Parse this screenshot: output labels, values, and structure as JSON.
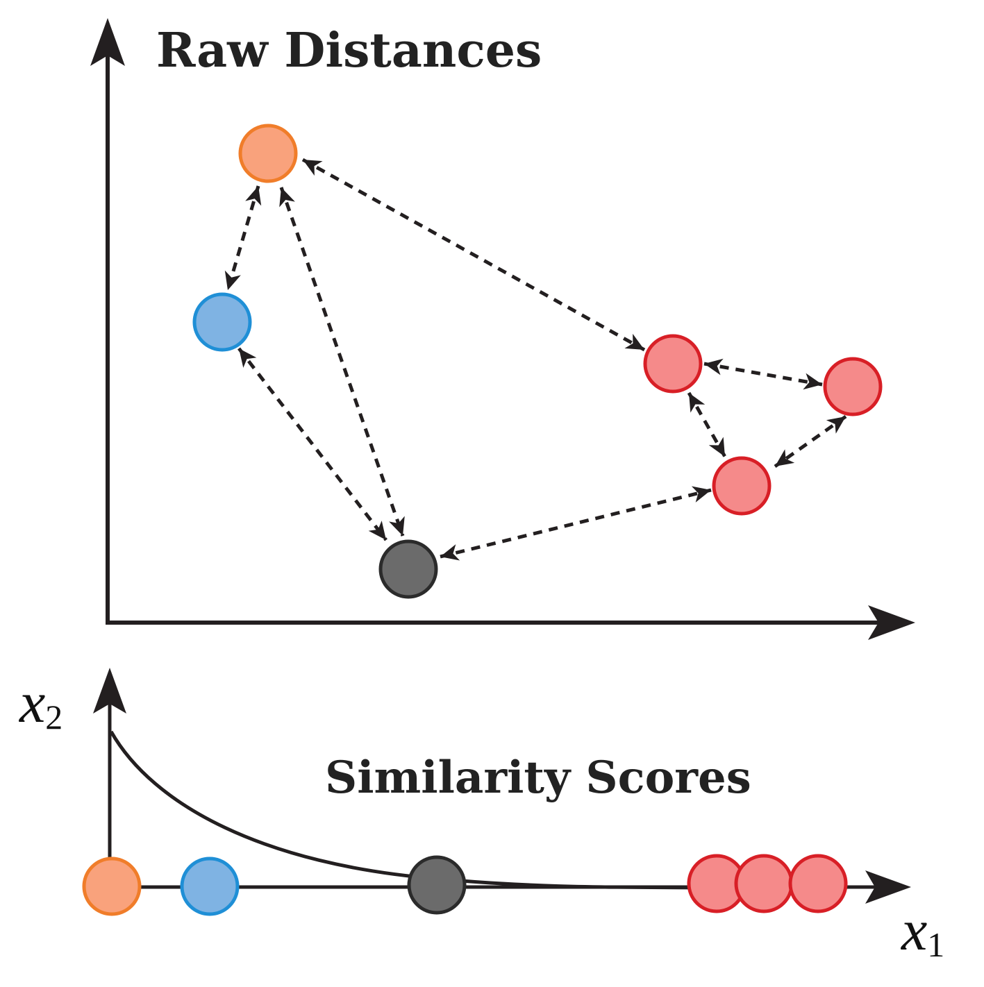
{
  "top_panel": {
    "title": "Raw Distances"
  },
  "bottom_panel": {
    "title": "Similarity Scores",
    "y_axis_label": "x",
    "y_axis_subscript": "2",
    "x_axis_label": "x",
    "x_axis_subscript": "1"
  },
  "colors": {
    "axis": "#231f20",
    "arrow": "#231f20",
    "orange_fill": "#f9a27c",
    "orange_stroke": "#f07d2a",
    "blue_fill": "#7fb3e3",
    "blue_stroke": "#1f8fd6",
    "gray_fill": "#6b6b6b",
    "gray_stroke": "#2b2b2b",
    "red_fill": "#f58a8a",
    "red_stroke": "#d81f26"
  }
}
